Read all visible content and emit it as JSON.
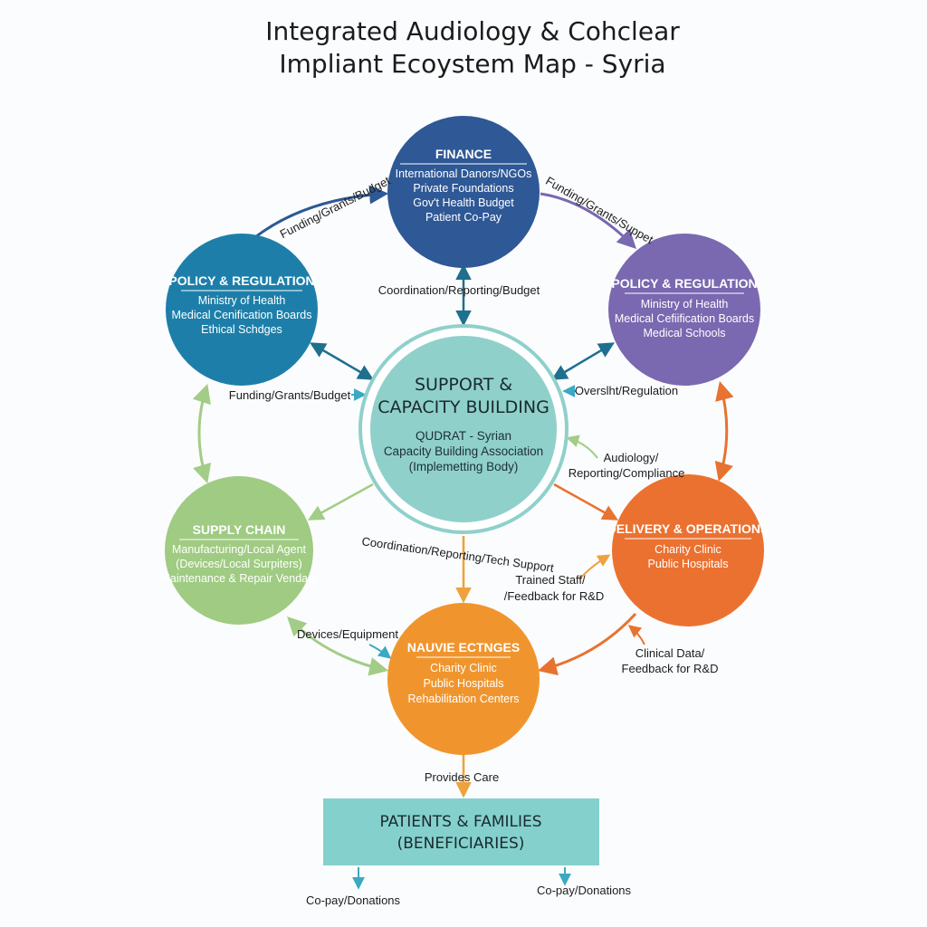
{
  "title": {
    "line1": "Integrated Audiology & Cohclear",
    "line2": "Impliant Ecoystem Map - Syria"
  },
  "colors": {
    "finance": "#2e5896",
    "policy_left": "#1d7fa9",
    "policy_right": "#7a68b0",
    "center": "#8fd0cb",
    "supply": "#9fcb82",
    "delivery": "#eb7130",
    "service": "#f0952e",
    "patients": "#84d0cd"
  },
  "nodes": {
    "finance": {
      "heading": "FINANCE",
      "lines": [
        "International Danors/NGOs",
        "Private Foundations",
        "Gov't Health Budget",
        "Patient Co-Pay"
      ]
    },
    "policy_left": {
      "heading": "POLICY & REGULATION",
      "lines": [
        "Ministry of Health",
        "Medical Cenification Boards",
        "Ethical Schdges"
      ]
    },
    "policy_right": {
      "heading": "POLICY & REGULATION",
      "lines": [
        "Ministry of Health",
        "Medical Cefiification Boards",
        "Medical Schools"
      ]
    },
    "center": {
      "heading_line1": "SUPPORT &",
      "heading_line2": "CAPACITY BUILDING",
      "lines": [
        "QUDRAT - Syrian",
        "Capacity Building Association",
        "(Implemetting Body)"
      ]
    },
    "supply": {
      "heading": "SUPPLY CHAIN",
      "lines": [
        "Manufacturing/Local Agent",
        "(Devices/Local Surpiters)",
        "Maintenance & Repair Vendars"
      ]
    },
    "delivery": {
      "heading": "DELIVERY & OPERATIONS",
      "lines": [
        "Charity Clinic",
        "Public Hospitals"
      ]
    },
    "service": {
      "heading": "NAUVIE ECTNGES",
      "lines": [
        "Charity Clinic",
        "Public Hospitals",
        "Rehabilitation Centers"
      ]
    }
  },
  "patients": {
    "line1": "PATIENTS & FAMILIES",
    "line2": "(BENEFICIARIES)"
  },
  "edges": {
    "funding_left": "Funding/Grants/Budget",
    "funding_right": "Funding/Grants/Suppet",
    "coordination_top": "Coordination/Reporting/Budget",
    "funding_mid": "Funding/Grants/Budget",
    "oversight": "Overslht/Regulation",
    "audiology_1": "Audiology/",
    "audiology_2": "Reporting/Compliance",
    "coordination_tech": "Coordination/Reporting/Tech Support",
    "trained_1": "Trained Staff/",
    "trained_2": "/Feedback for R&D",
    "devices": "Devices/Equipment",
    "clinical_1": "Clinical Data/",
    "clinical_2": "Feedback for R&D",
    "provides_care": "Provides Care",
    "copay_left": "Co-pay/Donations",
    "copay_right": "Co-pay/Donations"
  }
}
